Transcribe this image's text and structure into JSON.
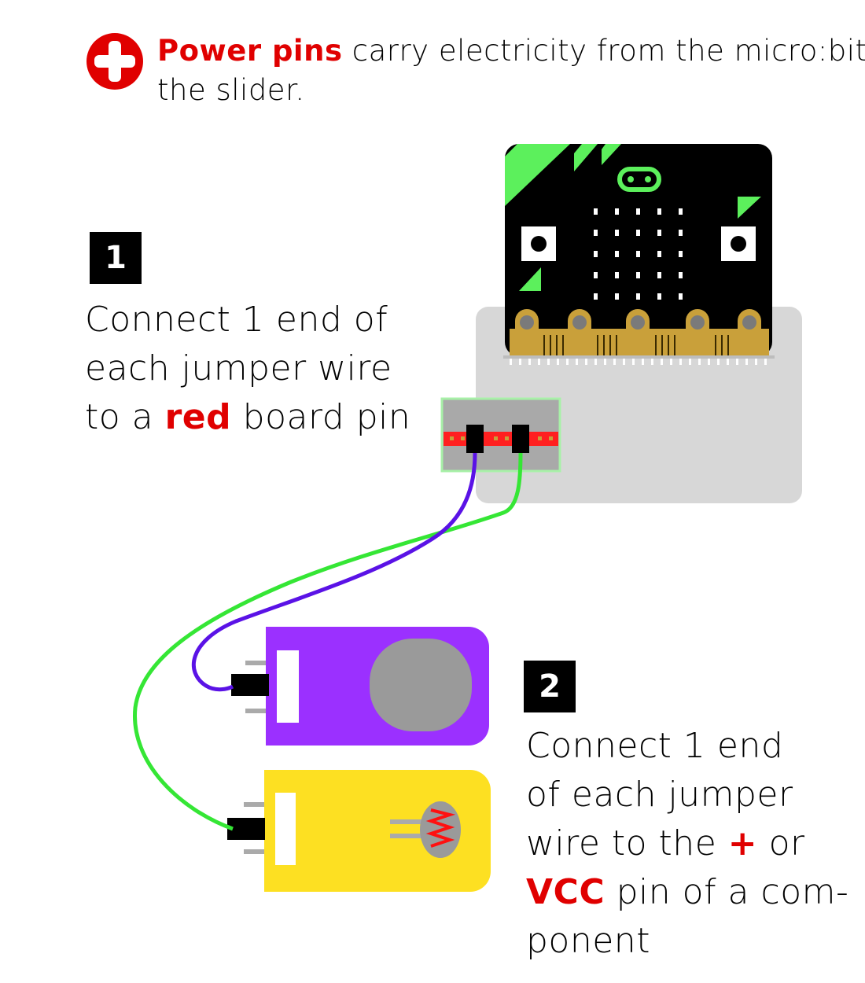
{
  "header": {
    "highlight": "Power pins",
    "line1_rest": " carry electricity from the micro:bit to",
    "line2": "the slider."
  },
  "step1": {
    "number": "1",
    "line1": "Connect 1 end of",
    "line2": "each jumper wire",
    "line3_pre": "to a ",
    "line3_highlight": "red",
    "line3_post": " board pin"
  },
  "step2": {
    "number": "2",
    "line1": "Connect 1 end",
    "line2": "of each jumper",
    "line3_pre": "wire to the ",
    "line3_highlight": "+",
    "line3_post": " or",
    "line4_highlight": "VCC",
    "line4_post": " pin of a com-",
    "line5": "ponent"
  },
  "colors": {
    "accent_red": "#e00000",
    "microbit_green": "#5cf05c",
    "wire_purple": "#5a12e6",
    "wire_green": "#35e635",
    "slider_purple": "#9b30ff",
    "sensor_yellow": "#fde022",
    "edge_gold": "#c9a03a"
  },
  "icons": {
    "power": "plus-circle-icon"
  }
}
